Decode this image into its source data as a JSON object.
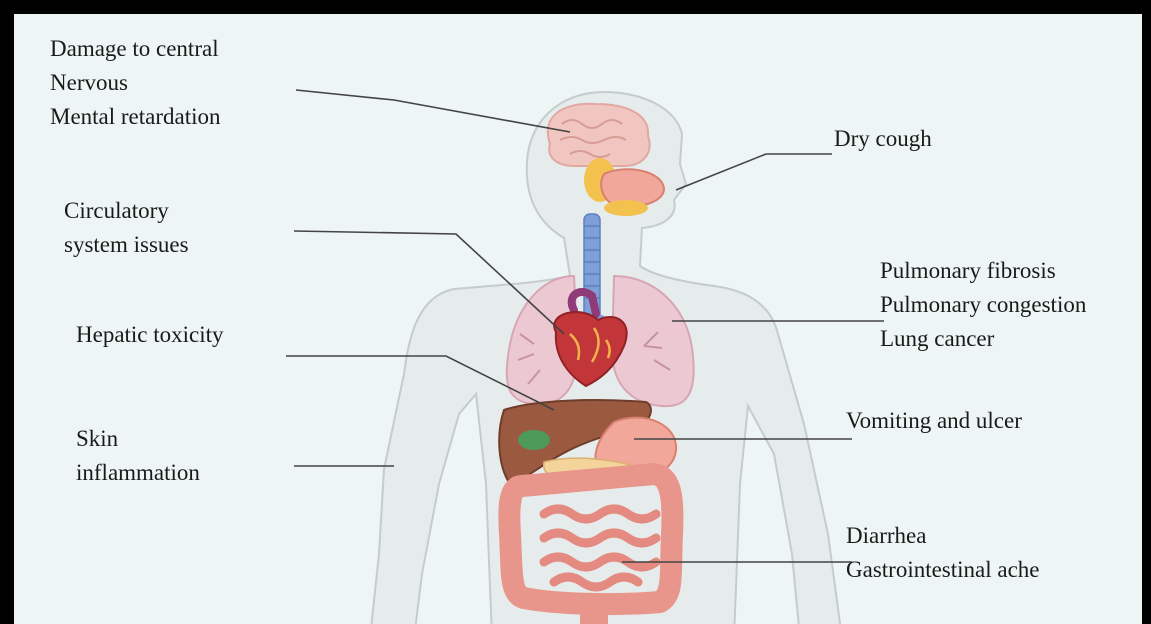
{
  "labels": {
    "cns": [
      "Damage to central",
      "Nervous",
      "Mental retardation"
    ],
    "circulatory": [
      "Circulatory",
      "system issues"
    ],
    "hepatic": [
      "Hepatic toxicity"
    ],
    "skin": [
      "Skin",
      "inflammation"
    ],
    "cough": [
      "Dry cough"
    ],
    "lungs": [
      "Pulmonary fibrosis",
      "Pulmonary congestion",
      "Lung cancer"
    ],
    "stomach": [
      "Vomiting and ulcer"
    ],
    "intestine": [
      "Diarrhea",
      "Gastrointestinal ache"
    ]
  },
  "colors": {
    "background": "#eef5f5",
    "frame": "#000000",
    "body_fill": "#e6ecec",
    "body_outline": "#c4cccc",
    "leader_line": "#444444",
    "brain": "#f2c6c0",
    "lungs": "#ecc8d2",
    "trachea": "#7f9fd8",
    "heart": "#c2363a",
    "liver": "#9b5a40",
    "stomach": "#f1a89a",
    "gallbladder": "#4e9a5a",
    "pancreas": "#f4d49a",
    "intestine": "#e8968c",
    "salivary": "#f2c14e"
  }
}
